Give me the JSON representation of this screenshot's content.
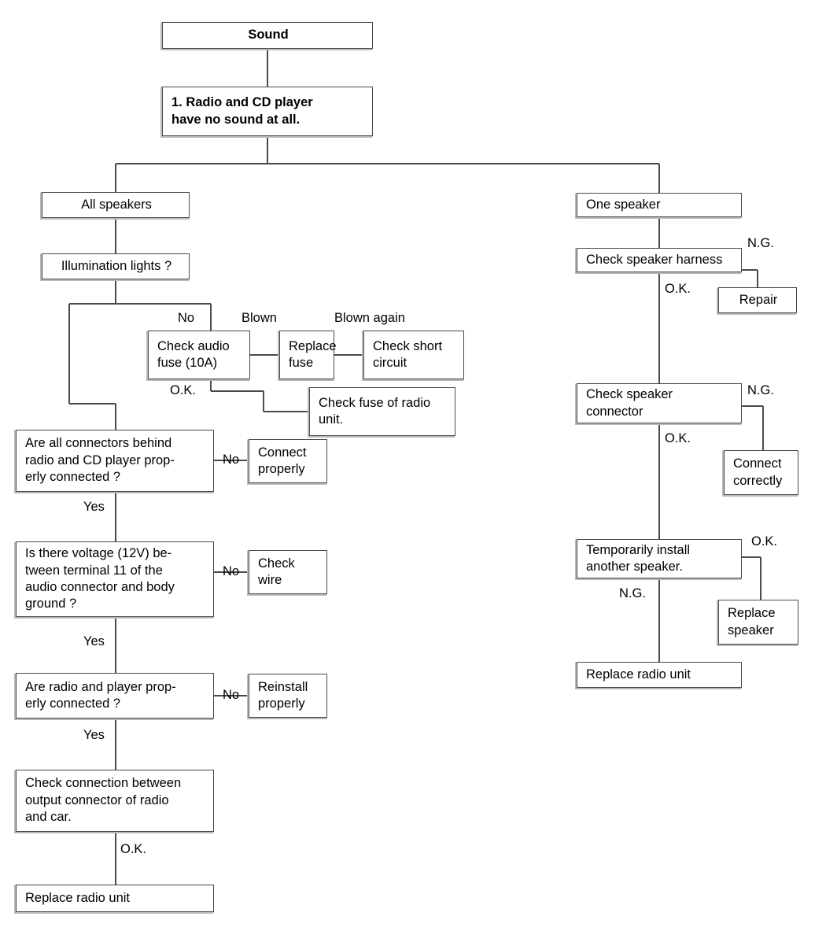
{
  "diagram": {
    "title": "Sound",
    "type": "troubleshooting-flowchart",
    "line_color": "#4a4a4a",
    "box_border_color": "#4a4a4a",
    "background_color": "#ffffff",
    "text_color": "#000000"
  },
  "nodes": {
    "sound": {
      "label": "Sound"
    },
    "symptom": {
      "label": "1. Radio and CD player\nhave no sound at all."
    },
    "all_speakers": {
      "label": "All speakers"
    },
    "illumination": {
      "label": "Illumination lights ?"
    },
    "check_audio_fuse": {
      "label": "Check audio\nfuse (10A)"
    },
    "replace_fuse": {
      "label": "Replace\nfuse"
    },
    "check_short_circuit": {
      "label": "Check short\ncircuit"
    },
    "check_fuse_radio_unit": {
      "label": "Check fuse of radio\nunit."
    },
    "connectors_behind": {
      "label": "Are all connectors behind\nradio and CD player prop-\nerly connected ?"
    },
    "connect_properly": {
      "label": "Connect\nproperly"
    },
    "voltage_12v": {
      "label": "Is there voltage (12V) be-\ntween terminal 11 of the\naudio connector and body\nground ?"
    },
    "check_wire": {
      "label": "Check\nwire"
    },
    "radio_player_connected": {
      "label": "Are radio and player prop-\nerly connected ?"
    },
    "reinstall_properly": {
      "label": "Reinstall\nproperly"
    },
    "check_output_connection": {
      "label": "Check connection between\noutput connector of radio\nand car."
    },
    "replace_radio_unit_left": {
      "label": "Replace radio unit"
    },
    "one_speaker": {
      "label": "One speaker"
    },
    "check_speaker_harness": {
      "label": "Check speaker harness"
    },
    "repair": {
      "label": "Repair"
    },
    "check_speaker_connector": {
      "label": "Check speaker\nconnector"
    },
    "connect_correctly": {
      "label": "Connect\ncorrectly"
    },
    "temporarily_install": {
      "label": "Temporarily install\nanother speaker."
    },
    "replace_speaker": {
      "label": "Replace\nspeaker"
    },
    "replace_radio_unit_right": {
      "label": "Replace radio unit"
    }
  },
  "edge_labels": {
    "illumination_no": "No",
    "fuse_blown": "Blown",
    "fuse_blown_again": "Blown again",
    "fuse_ok": "O.K.",
    "connectors_no": "No",
    "connectors_yes": "Yes",
    "voltage_no": "No",
    "voltage_yes": "Yes",
    "radio_player_no": "No",
    "radio_player_yes": "Yes",
    "output_ok": "O.K.",
    "harness_ng": "N.G.",
    "harness_ok": "O.K.",
    "speaker_connector_ng": "N.G.",
    "speaker_connector_ok": "O.K.",
    "temp_install_ok": "O.K.",
    "temp_install_ng": "N.G."
  }
}
